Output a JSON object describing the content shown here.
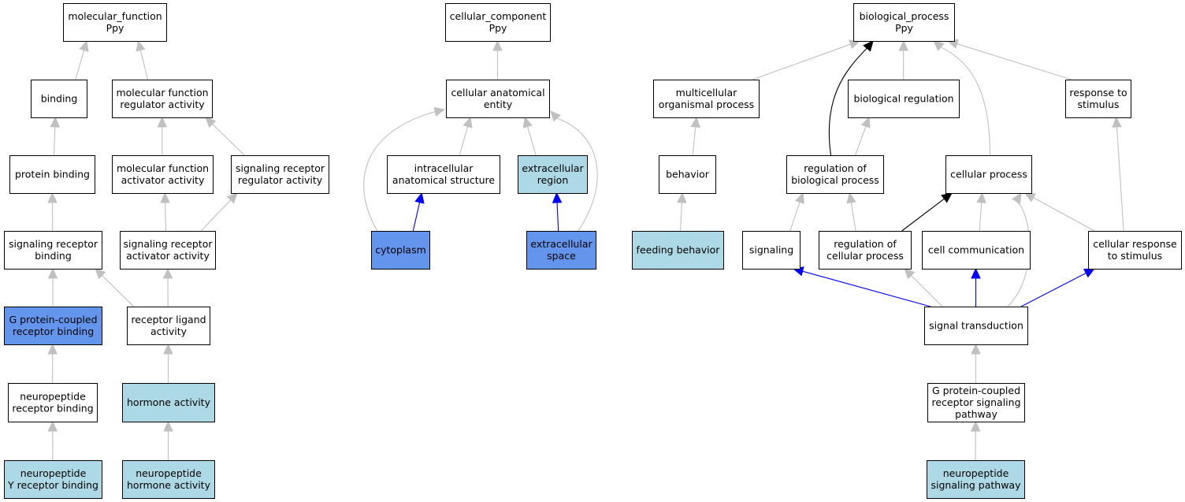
{
  "colors": {
    "plain_fill": "#ffffff",
    "light_fill": "#add8e6",
    "dark_fill": "#6495ed",
    "edge_gray": "#c0c0c0",
    "edge_blue": "#0000ff",
    "edge_black": "#000000"
  },
  "nodes": [
    {
      "id": "mf_root",
      "lines": [
        "molecular_function",
        "Ppy"
      ],
      "fill": "plain"
    },
    {
      "id": "binding",
      "lines": [
        "binding"
      ],
      "fill": "plain"
    },
    {
      "id": "mf_reg",
      "lines": [
        "molecular function",
        "regulator activity"
      ],
      "fill": "plain"
    },
    {
      "id": "protein_binding",
      "lines": [
        "protein binding"
      ],
      "fill": "plain"
    },
    {
      "id": "mf_act",
      "lines": [
        "molecular function",
        "activator activity"
      ],
      "fill": "plain"
    },
    {
      "id": "srra",
      "lines": [
        "signaling receptor",
        "regulator activity"
      ],
      "fill": "plain"
    },
    {
      "id": "srb",
      "lines": [
        "signaling receptor",
        "binding"
      ],
      "fill": "plain"
    },
    {
      "id": "sraa",
      "lines": [
        "signaling receptor",
        "activator activity"
      ],
      "fill": "plain"
    },
    {
      "id": "gpcrb",
      "lines": [
        "G protein-coupled",
        "receptor binding"
      ],
      "fill": "dark"
    },
    {
      "id": "rla",
      "lines": [
        "receptor ligand",
        "activity"
      ],
      "fill": "plain"
    },
    {
      "id": "nprb",
      "lines": [
        "neuropeptide",
        "receptor binding"
      ],
      "fill": "plain"
    },
    {
      "id": "hormone",
      "lines": [
        "hormone activity"
      ],
      "fill": "light"
    },
    {
      "id": "npyrb",
      "lines": [
        "neuropeptide",
        "Y receptor binding"
      ],
      "fill": "light"
    },
    {
      "id": "nha",
      "lines": [
        "neuropeptide",
        "hormone activity"
      ],
      "fill": "light"
    },
    {
      "id": "cc_root",
      "lines": [
        "cellular_component",
        "Ppy"
      ],
      "fill": "plain"
    },
    {
      "id": "cae",
      "lines": [
        "cellular anatomical",
        "entity"
      ],
      "fill": "plain"
    },
    {
      "id": "ias",
      "lines": [
        "intracellular",
        "anatomical structure"
      ],
      "fill": "plain"
    },
    {
      "id": "ecr",
      "lines": [
        "extracellular",
        "region"
      ],
      "fill": "light"
    },
    {
      "id": "cyto",
      "lines": [
        "cytoplasm"
      ],
      "fill": "dark"
    },
    {
      "id": "ecs",
      "lines": [
        "extracellular",
        "space"
      ],
      "fill": "dark"
    },
    {
      "id": "bp_root",
      "lines": [
        "biological_process",
        "Ppy"
      ],
      "fill": "plain"
    },
    {
      "id": "mop",
      "lines": [
        "multicellular",
        "organismal process"
      ],
      "fill": "plain"
    },
    {
      "id": "bioreg",
      "lines": [
        "biological regulation"
      ],
      "fill": "plain"
    },
    {
      "id": "rts",
      "lines": [
        "response to",
        "stimulus"
      ],
      "fill": "plain"
    },
    {
      "id": "behavior",
      "lines": [
        "behavior"
      ],
      "fill": "plain"
    },
    {
      "id": "rbp",
      "lines": [
        "regulation of",
        "biological process"
      ],
      "fill": "plain"
    },
    {
      "id": "cp",
      "lines": [
        "cellular process"
      ],
      "fill": "plain"
    },
    {
      "id": "feeding",
      "lines": [
        "feeding behavior"
      ],
      "fill": "light"
    },
    {
      "id": "signaling",
      "lines": [
        "signaling"
      ],
      "fill": "plain"
    },
    {
      "id": "rcp",
      "lines": [
        "regulation of",
        "cellular process"
      ],
      "fill": "plain"
    },
    {
      "id": "cc",
      "lines": [
        "cell communication"
      ],
      "fill": "plain"
    },
    {
      "id": "crs",
      "lines": [
        "cellular response",
        "to stimulus"
      ],
      "fill": "plain"
    },
    {
      "id": "st",
      "lines": [
        "signal transduction"
      ],
      "fill": "plain"
    },
    {
      "id": "gpcrsp",
      "lines": [
        "G protein-coupled",
        "receptor signaling",
        "pathway"
      ],
      "fill": "plain"
    },
    {
      "id": "npsp",
      "lines": [
        "neuropeptide",
        "signaling pathway"
      ],
      "fill": "light"
    }
  ],
  "edges": [
    {
      "from": "binding",
      "to": "mf_root",
      "color": "gray"
    },
    {
      "from": "mf_reg",
      "to": "mf_root",
      "color": "gray"
    },
    {
      "from": "protein_binding",
      "to": "binding",
      "color": "gray"
    },
    {
      "from": "mf_act",
      "to": "mf_reg",
      "color": "gray"
    },
    {
      "from": "srra",
      "to": "mf_reg",
      "color": "gray"
    },
    {
      "from": "srb",
      "to": "protein_binding",
      "color": "gray"
    },
    {
      "from": "sraa",
      "to": "mf_act",
      "color": "gray"
    },
    {
      "from": "sraa",
      "to": "srra",
      "color": "gray"
    },
    {
      "from": "gpcrb",
      "to": "srb",
      "color": "gray"
    },
    {
      "from": "rla",
      "to": "srb",
      "color": "gray"
    },
    {
      "from": "rla",
      "to": "sraa",
      "color": "gray"
    },
    {
      "from": "nprb",
      "to": "gpcrb",
      "color": "gray"
    },
    {
      "from": "hormone",
      "to": "rla",
      "color": "gray"
    },
    {
      "from": "npyrb",
      "to": "nprb",
      "color": "gray"
    },
    {
      "from": "nha",
      "to": "hormone",
      "color": "gray"
    },
    {
      "from": "cae",
      "to": "cc_root",
      "color": "gray"
    },
    {
      "from": "ias",
      "to": "cae",
      "color": "gray"
    },
    {
      "from": "ecr",
      "to": "cae",
      "color": "gray"
    },
    {
      "from": "cyto",
      "to": "cae",
      "color": "gray",
      "curve": "left"
    },
    {
      "from": "ecs",
      "to": "cae",
      "color": "gray",
      "curve": "right"
    },
    {
      "from": "cyto",
      "to": "ias",
      "color": "blue"
    },
    {
      "from": "ecs",
      "to": "ecr",
      "color": "blue"
    },
    {
      "from": "mop",
      "to": "bp_root",
      "color": "gray"
    },
    {
      "from": "bioreg",
      "to": "bp_root",
      "color": "gray"
    },
    {
      "from": "rts",
      "to": "bp_root",
      "color": "gray"
    },
    {
      "from": "rbp",
      "to": "bp_root",
      "color": "black",
      "curve": "up"
    },
    {
      "from": "cp",
      "to": "bp_root",
      "color": "gray",
      "curve": "up-right"
    },
    {
      "from": "behavior",
      "to": "mop",
      "color": "gray"
    },
    {
      "from": "feeding",
      "to": "behavior",
      "color": "gray"
    },
    {
      "from": "rbp",
      "to": "bioreg",
      "color": "gray"
    },
    {
      "from": "signaling",
      "to": "rbp",
      "color": "gray"
    },
    {
      "from": "rcp",
      "to": "rbp",
      "color": "gray"
    },
    {
      "from": "rcp",
      "to": "cp",
      "color": "black"
    },
    {
      "from": "cc",
      "to": "cp",
      "color": "gray"
    },
    {
      "from": "crs",
      "to": "cp",
      "color": "gray"
    },
    {
      "from": "crs",
      "to": "rts",
      "color": "gray"
    },
    {
      "from": "st",
      "to": "signaling",
      "color": "blue"
    },
    {
      "from": "st",
      "to": "rcp",
      "color": "gray"
    },
    {
      "from": "st",
      "to": "cc",
      "color": "blue"
    },
    {
      "from": "st",
      "to": "crs",
      "color": "blue"
    },
    {
      "from": "st",
      "to": "cp",
      "color": "gray",
      "curve": "side"
    },
    {
      "from": "gpcrsp",
      "to": "st",
      "color": "gray"
    },
    {
      "from": "npsp",
      "to": "gpcrsp",
      "color": "gray"
    }
  ]
}
